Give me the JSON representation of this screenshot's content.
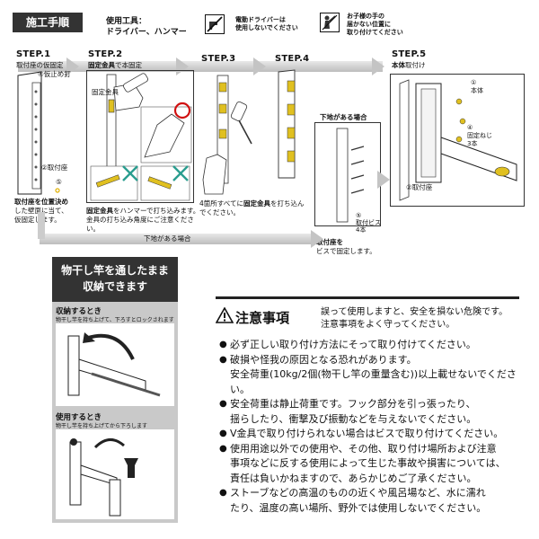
{
  "header": {
    "title": "施工手順",
    "tools_label": "使用工具：",
    "tools_value": "ドライバー、ハンマー",
    "warn1": [
      "電動ドライバーは",
      "使用しないでください"
    ],
    "warn2": [
      "お子様の手の",
      "届かない位置に",
      "取り付けてください"
    ]
  },
  "steps": [
    {
      "label": "STEP.1",
      "sub": "取付座の仮固定",
      "parts": [
        "④仮止め釘",
        "②取付座",
        "⑤"
      ],
      "caption": [
        "取付座を位置決め",
        "した壁面に当て、",
        "仮固定します。"
      ]
    },
    {
      "label": "STEP.2",
      "sub_bold": "固定金具",
      "sub": "で本固定",
      "parts": [
        "固定金具"
      ],
      "caption_bold": "固定金具",
      "caption_rest": "をハンマーで打ち込みます。",
      "caption2": "金具の打ち込み角度にご注意ください。"
    },
    {
      "label": "STEP.3",
      "caption_pre": "4箇所すべてに",
      "caption_bold": "固定金具",
      "caption_rest": "を打ち込ん",
      "caption2": "でください。"
    },
    {
      "label": "STEP.4"
    },
    {
      "label": "STEP.5",
      "sub_bold": "本体",
      "sub": "取付け",
      "parts": [
        "①",
        "本体",
        "④",
        "固定ねじ",
        "3本",
        "②取付座"
      ]
    }
  ],
  "underground": {
    "title": "下地がある場合",
    "band": "下地がある場合",
    "part": [
      "⑤",
      "取付ビス",
      "4本"
    ],
    "caption": [
      "取付座を",
      "ビスで固定します。"
    ]
  },
  "storage": {
    "title": [
      "物干し竿を通したまま",
      "収納できます"
    ],
    "store_title": "収納するとき",
    "store_desc": "物干し竿を持ち上げて、下ろすとロックされます",
    "use_title": "使用するとき",
    "use_desc": "物干し竿を持ち上げてから下ろします"
  },
  "caution": {
    "title": "注意事項",
    "intro": [
      "誤って使用しますと、安全を損ない危険です。",
      "注意事項をよく守ってください。"
    ],
    "items": [
      {
        "lines": [
          "必ず正しい取り付け方法にそって取り付けてください。"
        ]
      },
      {
        "lines": [
          "破損や怪我の原因となる恐れがあります。"
        ]
      },
      {
        "lines": [
          "安全荷重(10kg/2個(物干し竿の重量含む))以上載せないでください。"
        ],
        "plain": true
      },
      {
        "lines": [
          "安全荷重は静止荷重です。フック部分を引っ張ったり、",
          "揺らしたり、衝撃及び振動などを与えないでください。"
        ]
      },
      {
        "lines": [
          "V金具で取り付けられない場合はビスで取り付けてください。"
        ]
      },
      {
        "lines": [
          "使用用途以外での使用や、その他、取り付け場所および注意",
          "事項などに反する使用によって生じた事故や損害については、",
          "責任は負いかねますので、あらかじめご了承ください。"
        ]
      },
      {
        "lines": [
          "ストーブなどの高温のものの近くや風呂場など、水に濡れ",
          "たり、温度の高い場所、野外では使用しないでください。"
        ]
      }
    ]
  }
}
